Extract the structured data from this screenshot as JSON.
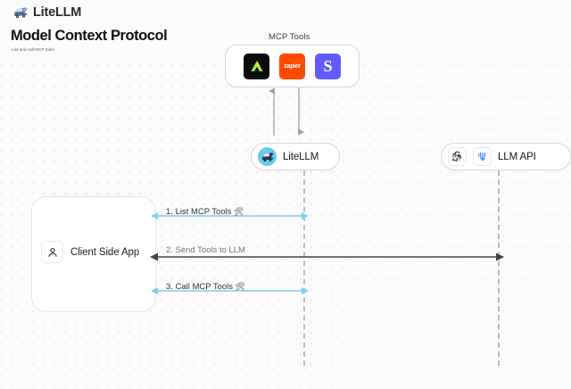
{
  "header": {
    "brand_name": "LiteLLM",
    "brand_logo_icon": "bullet-train-icon",
    "title": "Model Context Protocol",
    "subtitle": "List and call MCP tools"
  },
  "diagram": {
    "mcp_group": {
      "caption": "MCP Tools",
      "tools": [
        {
          "name": "green-triangle-tool-icon",
          "label": "",
          "bg": "#0b0b0b"
        },
        {
          "name": "zapier-tool-icon",
          "label": "zapier",
          "bg": "#ff4a00"
        },
        {
          "name": "stripe-tool-icon",
          "label": "S",
          "bg": "#635bff"
        }
      ]
    },
    "nodes": [
      {
        "id": "litellm",
        "label": "LiteLLM",
        "icon": "litellm-truck-avatar-icon"
      },
      {
        "id": "llmapi",
        "label": "LLM API",
        "icons": [
          "openai-logo-icon",
          "anthropic-logo-icon"
        ]
      },
      {
        "id": "client",
        "label": "Client Side App",
        "icon": "user-person-icon"
      }
    ],
    "messages": [
      {
        "index": "1.",
        "text": "1. List MCP Tools",
        "emoji": "🛠",
        "color": "#7fd0f0",
        "style": "blue"
      },
      {
        "index": "2.",
        "text": "2. Send Tools to LLM",
        "emoji": "",
        "color": "#4a4f57",
        "style": "gray"
      },
      {
        "index": "3.",
        "text": "3. Call MCP Tools",
        "emoji": "🛠",
        "color": "#7fd0f0",
        "style": "blue"
      }
    ],
    "colors": {
      "accent_blue": "#7fd0f0",
      "arrow_gray": "#4a4f57",
      "lifeline": "#b9bcc2",
      "canvas_bg": "#fbfbfc",
      "dot_grid": "#e6e7ea"
    }
  }
}
